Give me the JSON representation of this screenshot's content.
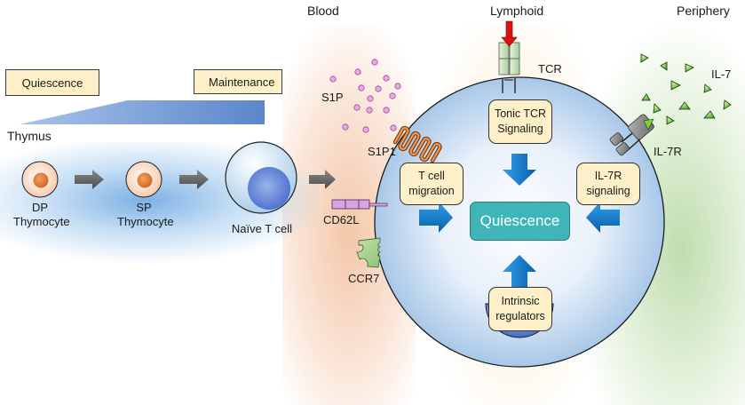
{
  "regions": {
    "thymus": "Thymus",
    "blood": "Blood",
    "lymphoid": "Lymphoid",
    "periphery": "Periphery"
  },
  "gradient_tags": {
    "left": "Quiescence",
    "right": "Maintenance"
  },
  "thymus_cells": [
    {
      "line1": "DP",
      "line2": "Thymocyte"
    },
    {
      "line1": "SP",
      "line2": "Thymocyte"
    },
    {
      "line1": "Naïve T cell",
      "line2": ""
    }
  ],
  "molecules": {
    "s1p": "S1P",
    "s1p1": "S1P1",
    "cd62l": "CD62L",
    "ccr7": "CCR7",
    "tcr": "TCR",
    "il7": "IL-7",
    "il7r": "IL-7R"
  },
  "cell": {
    "center": "Quiescence",
    "inputs": {
      "top": {
        "line1": "Tonic TCR",
        "line2": "Signaling"
      },
      "left": {
        "line1": "T cell",
        "line2": "migration"
      },
      "right": {
        "line1": "IL-7R",
        "line2": "signaling"
      },
      "bottom": {
        "line1": "Intrinsic",
        "line2": "regulators"
      }
    }
  },
  "colors": {
    "box_fill": "#fdf0c8",
    "center_fill": "#3fb5b8",
    "cell_fill": "#dbe8f6",
    "arrow_blue": "#1a78c8",
    "tcr_arrow": "#e01010",
    "s1p_dot": "#e9a0e0",
    "il7_triangle": "#6cc23a"
  }
}
